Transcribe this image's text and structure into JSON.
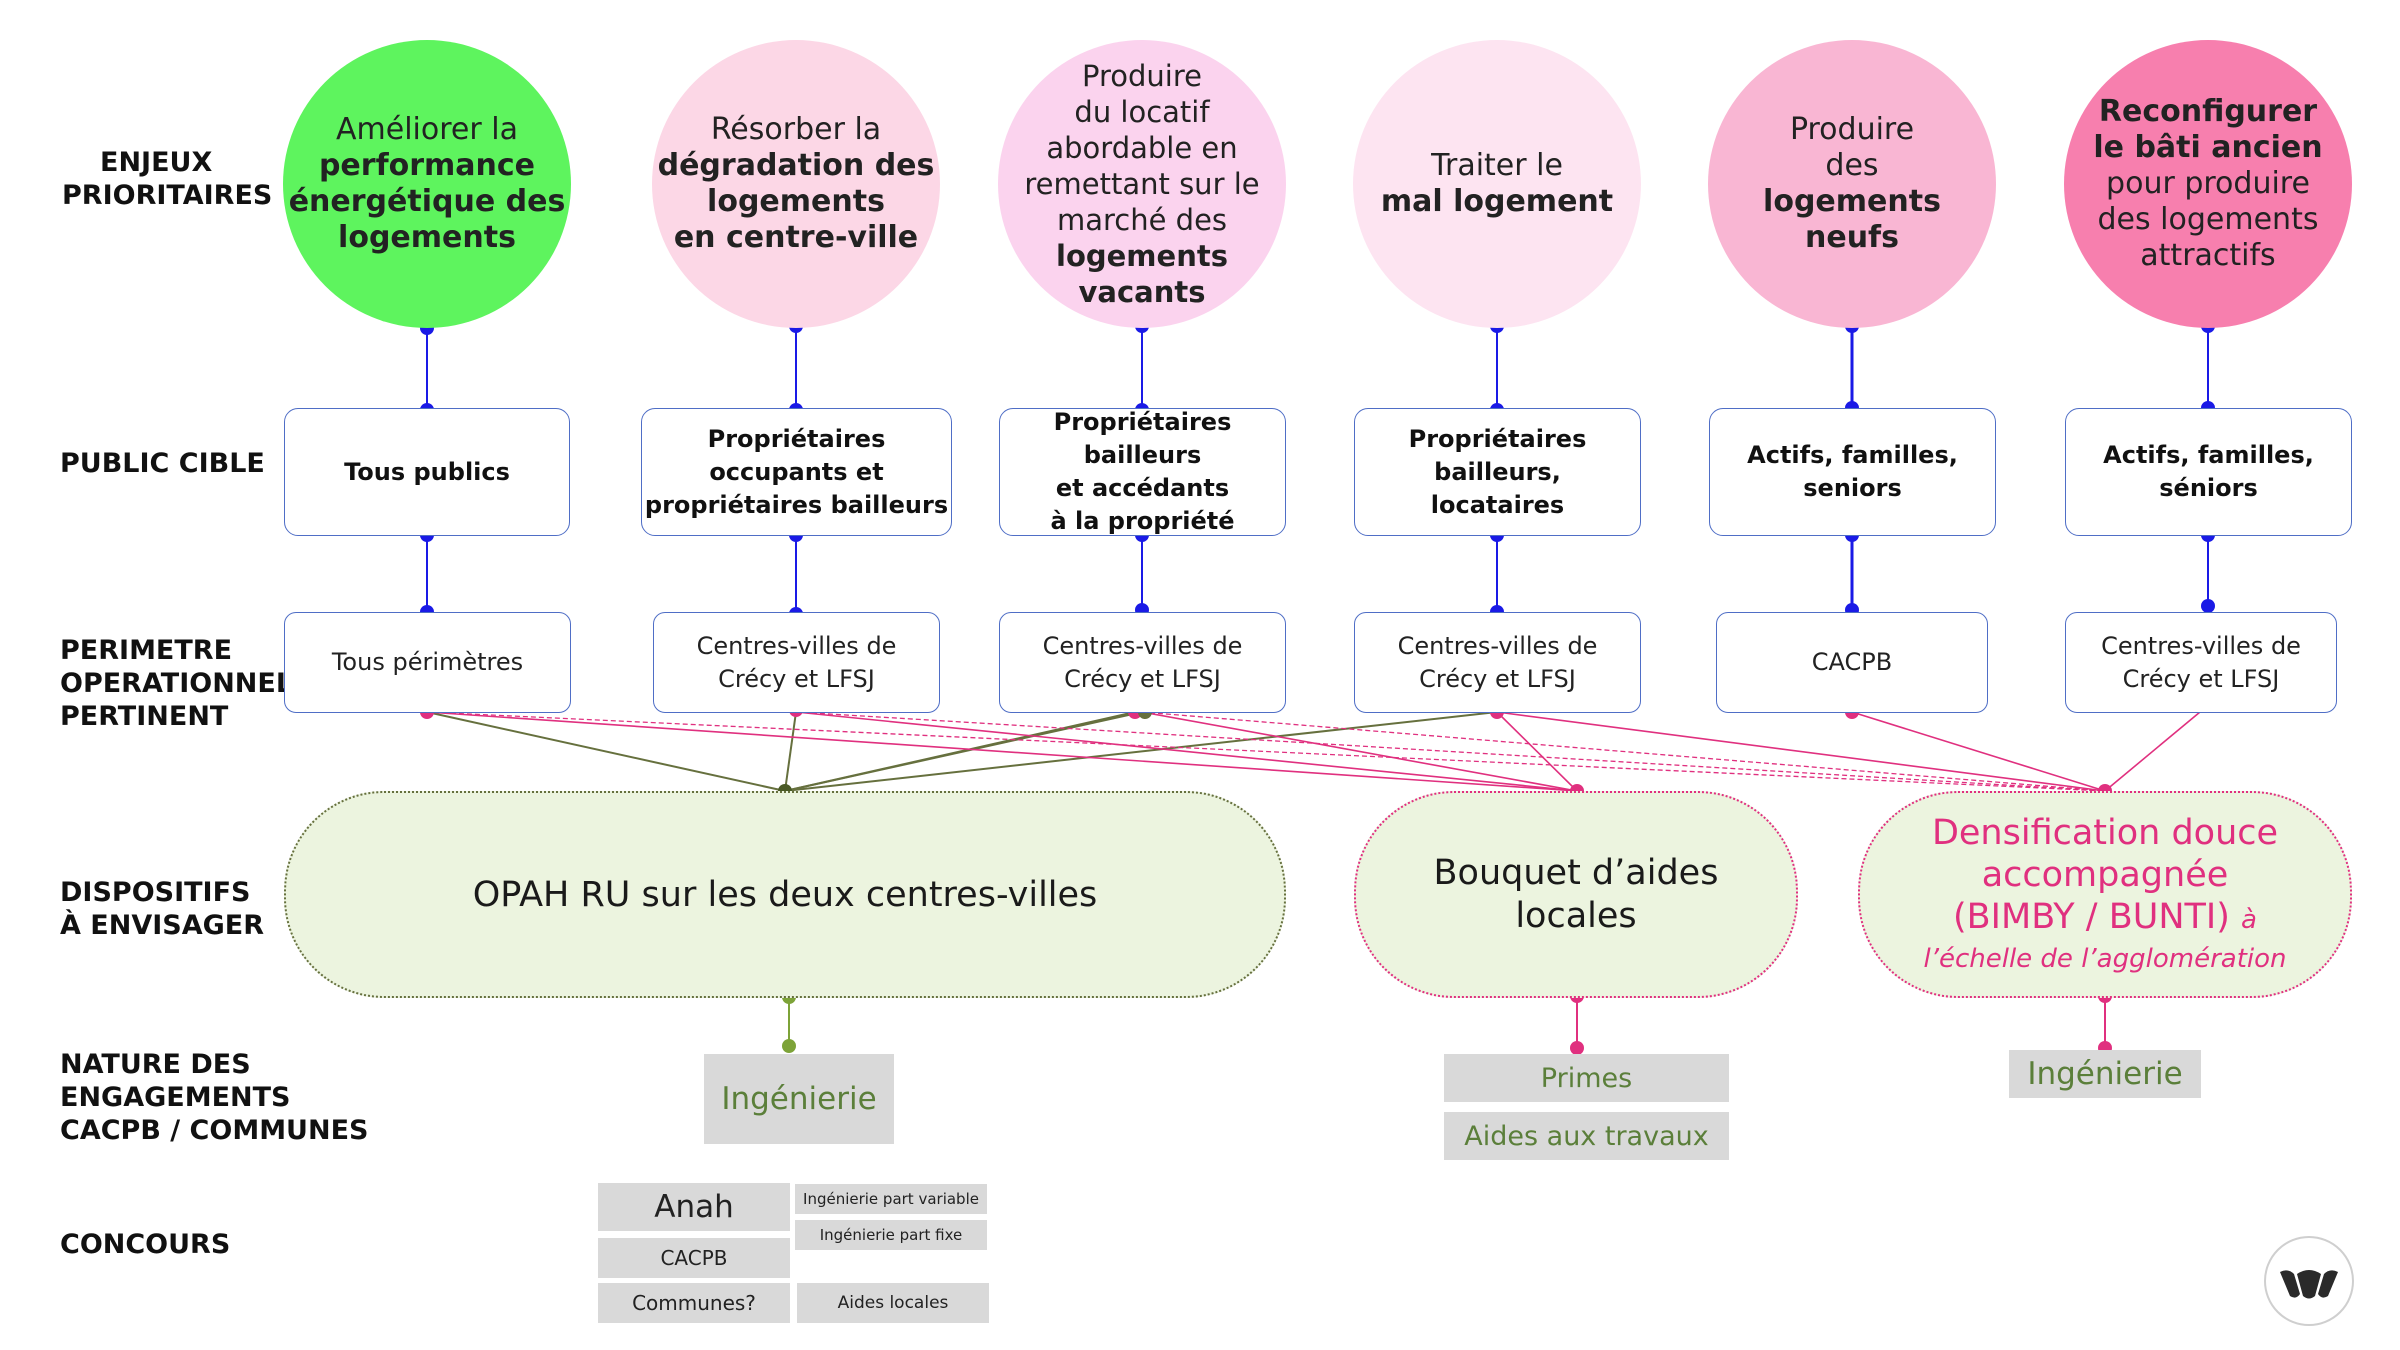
{
  "row_labels": {
    "enjeux": [
      "ENJEUX",
      "PRIORITAIRES"
    ],
    "public": [
      "PUBLIC CIBLE"
    ],
    "perimetre": [
      "PERIMETRE",
      "OPERATIONNEL",
      "PERTINENT"
    ],
    "dispositifs": [
      "DISPOSITIFS",
      "À ENVISAGER"
    ],
    "nature": [
      "NATURE DES",
      "ENGAGEMENTS",
      "CACPB / COMMUNES"
    ],
    "concours": [
      "CONCOURS"
    ]
  },
  "colors": {
    "wire_blue": "#1a1ae6",
    "wire_pink": "#e0307f",
    "wire_olive": "#66703e",
    "wire_green": "#7da338",
    "circle_1": "#5ef45e",
    "circle_2": "#fcd7e6",
    "circle_3": "#fbd3ee",
    "circle_4": "#fde4f1",
    "circle_5": "#f9b6d3",
    "circle_6": "#f77fae",
    "dispositif_fill": "#ecf4df",
    "engagement_text": "#5b7f3a",
    "densification_text": "#e0307f"
  },
  "enjeux": [
    {
      "lines": [
        {
          "t": "Améliorer la",
          "b": false
        },
        {
          "t": "performance",
          "b": true
        },
        {
          "t": "énergétique des",
          "b": true
        },
        {
          "t": "logements",
          "b": true
        }
      ]
    },
    {
      "lines": [
        {
          "t": "Résorber la",
          "b": false
        },
        {
          "t": "dégradation des",
          "b": true
        },
        {
          "t": "logements",
          "b": true
        },
        {
          "t": "en centre-ville",
          "b": true
        }
      ]
    },
    {
      "lines": [
        {
          "t": "Produire",
          "b": false
        },
        {
          "t": "du locatif",
          "b": false
        },
        {
          "t": "abordable en",
          "b": false
        },
        {
          "t": "remettant sur le",
          "b": false
        },
        {
          "t": "marché des",
          "b": false
        },
        {
          "t": "logements",
          "b": true
        },
        {
          "t": "vacants",
          "b": true
        }
      ]
    },
    {
      "lines": [
        {
          "t": "Traiter le",
          "b": false
        },
        {
          "t": "mal logement",
          "b": true
        }
      ]
    },
    {
      "lines": [
        {
          "t": "Produire",
          "b": false
        },
        {
          "t": "des",
          "b": false
        },
        {
          "t": "logements",
          "b": true
        },
        {
          "t": "neufs",
          "b": true
        }
      ]
    },
    {
      "lines": [
        {
          "t": "Reconfigurer",
          "b": true
        },
        {
          "t": "le bâti ancien",
          "b": true
        },
        {
          "t": "pour produire",
          "b": false
        },
        {
          "t": "des logements",
          "b": false
        },
        {
          "t": "attractifs",
          "b": false
        }
      ]
    }
  ],
  "public_cible": [
    [
      "Tous publics"
    ],
    [
      "Propriétaires",
      "occupants et",
      "propriétaires bailleurs"
    ],
    [
      "Propriétaires bailleurs",
      "et accédants",
      "à la propriété"
    ],
    [
      "Propriétaires bailleurs,",
      "locataires"
    ],
    [
      "Actifs, familles,",
      "seniors"
    ],
    [
      "Actifs, familles,",
      "séniors"
    ]
  ],
  "perimetres": [
    [
      "Tous périmètres"
    ],
    [
      "Centres-villes de",
      "Crécy et LFSJ"
    ],
    [
      "Centres-villes de",
      "Crécy et LFSJ"
    ],
    [
      "Centres-villes de",
      "Crécy et LFSJ"
    ],
    [
      "CACPB"
    ],
    [
      "Centres-villes de",
      "Crécy et LFSJ"
    ]
  ],
  "dispositifs": {
    "opah": [
      "OPAH RU sur les deux centres-villes"
    ],
    "bouquet": [
      "Bouquet d’aides",
      "locales"
    ],
    "densification": [
      "Densification douce",
      "accompagnée",
      "(BIMBY / BUNTI)",
      "à",
      "l’échelle de l’agglomération"
    ]
  },
  "engagements": {
    "opah": "Ingénierie",
    "bouquet": [
      "Primes",
      "Aides aux travaux"
    ],
    "densification": "Ingénierie"
  },
  "concours": {
    "anah": "Anah",
    "cacpb": "CACPB",
    "communes": "Communes?",
    "ing_variable": "Ingénierie part variable",
    "ing_fixe": "Ingénierie part fixe",
    "aides_locales": "Aides locales"
  }
}
